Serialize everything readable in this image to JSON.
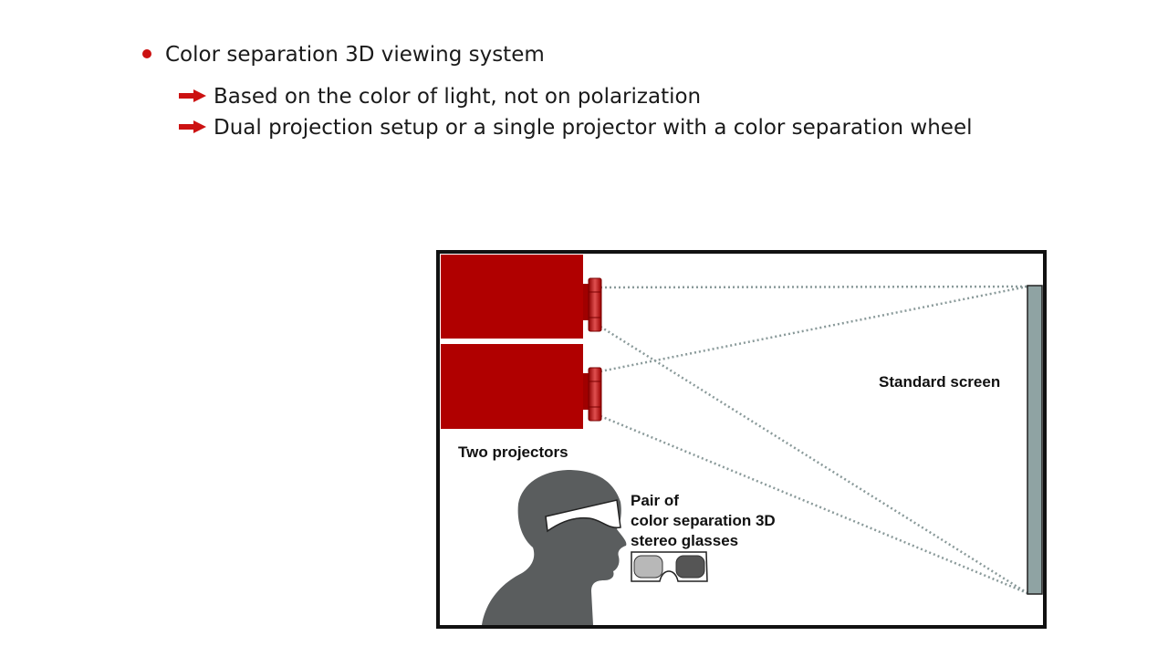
{
  "bullets": {
    "main": "Color separation 3D viewing system",
    "sub": [
      "Based on the color of light, not on polarization",
      "Dual projection setup or a single projector with a color separation wheel"
    ]
  },
  "diagram": {
    "projectors_label": "Two projectors",
    "screen_label": "Standard screen",
    "glasses_label": [
      "Pair of",
      "color separation 3D",
      "stereo glasses"
    ]
  },
  "colors": {
    "accent": "#cc1111",
    "projector": "#b00000",
    "screen": "#8fa3a3",
    "silhouette": "#5a5d5e",
    "beam": "#8a9a9a"
  }
}
